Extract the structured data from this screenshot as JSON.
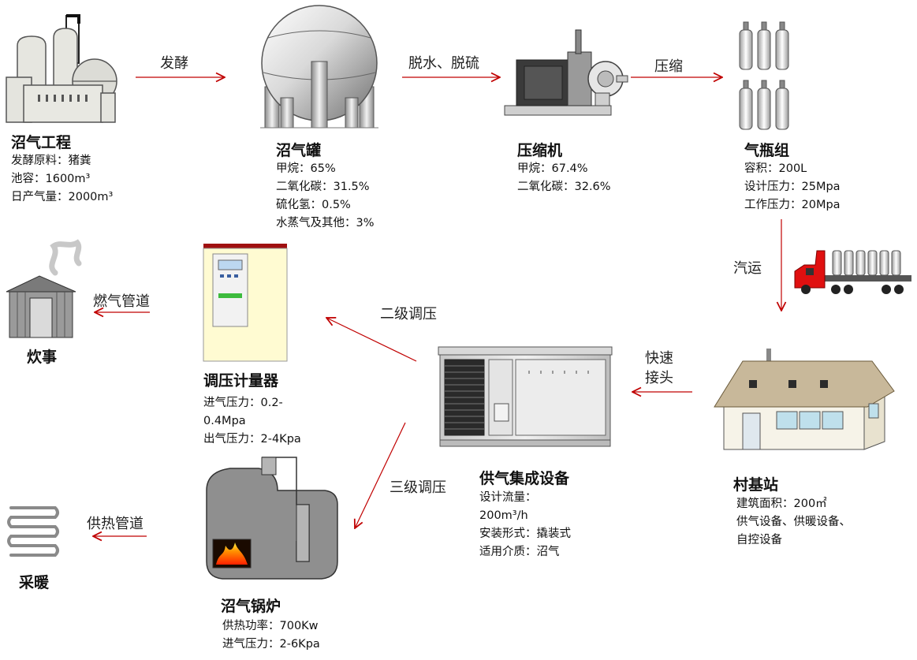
{
  "nodes": {
    "biogas_plant": {
      "title": "沼气工程",
      "specs": [
        "发酵原料：猪粪",
        "池容：1600m³",
        "日产气量：2000m³"
      ]
    },
    "biogas_tank": {
      "title": "沼气罐",
      "specs": [
        "甲烷：65%",
        "二氧化碳：31.5%",
        "硫化氢：0.5%",
        "水蒸气及其他：3%"
      ]
    },
    "compressor": {
      "title": "压缩机",
      "specs": [
        "甲烷：67.4%",
        "二氧化碳：32.6%"
      ]
    },
    "cylinder_group": {
      "title": "气瓶组",
      "specs": [
        "容积：200L",
        "设计压力：25Mpa",
        "工作压力：20Mpa"
      ]
    },
    "village_station": {
      "title": "村基站",
      "specs": [
        "建筑面积：200㎡",
        "供气设备、供暖设备、",
        "自控设备"
      ]
    },
    "gas_supply_unit": {
      "title": "供气集成设备",
      "specs": [
        "设计流量：",
        "200m³/h",
        "安装形式：撬装式",
        "适用介质：沼气"
      ]
    },
    "pressure_meter": {
      "title": "调压计量器",
      "specs": [
        "进气压力：0.2-",
        "0.4Mpa",
        "出气压力：2-4Kpa"
      ]
    },
    "cooking": {
      "title": "炊事"
    },
    "boiler": {
      "title": "沼气锅炉",
      "specs": [
        "供热功率：700Kw",
        "进气压力：2-6Kpa"
      ]
    },
    "heating": {
      "title": "采暖"
    }
  },
  "edges": {
    "fermentation": "发酵",
    "dehydration": "脱水、脱硫",
    "compression": "压缩",
    "transport": "汽运",
    "quick_connect": "快速\n接头",
    "secondary_regulation": "二级调压",
    "gas_pipeline": "燃气管道",
    "tertiary_regulation": "三级调压",
    "heat_pipeline": "供热管道"
  },
  "colors": {
    "arrow": "#c00000",
    "line": "#333333"
  }
}
